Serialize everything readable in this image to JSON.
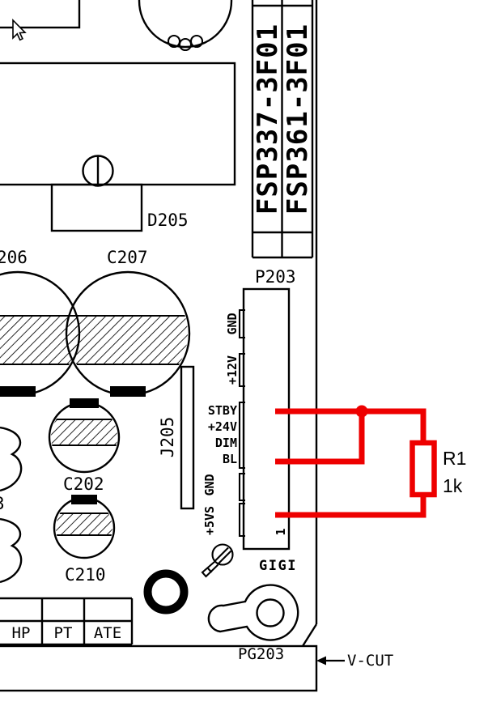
{
  "board": {
    "models": [
      "FSP337-3F01",
      "FSP361-3F01"
    ],
    "refs": {
      "p203": "P203",
      "d205": "D205",
      "c206_partial": "206",
      "c207": "C207",
      "c202": "C202",
      "c210": "C210",
      "j205": "J205",
      "pg203": "PG203",
      "gigi": "GIGI",
      "pin_one": "1",
      "left_fragment": "3"
    },
    "connector_pins": [
      "GND",
      "+12V",
      "STBY",
      "+24V",
      "DIM",
      "BL",
      "GND",
      "+5VS"
    ],
    "test_pads": [
      "HP",
      "PT",
      "ATE"
    ],
    "vcut": "V-CUT"
  },
  "annotation": {
    "ref": "R1",
    "value": "1k",
    "color": "#ee0000"
  }
}
